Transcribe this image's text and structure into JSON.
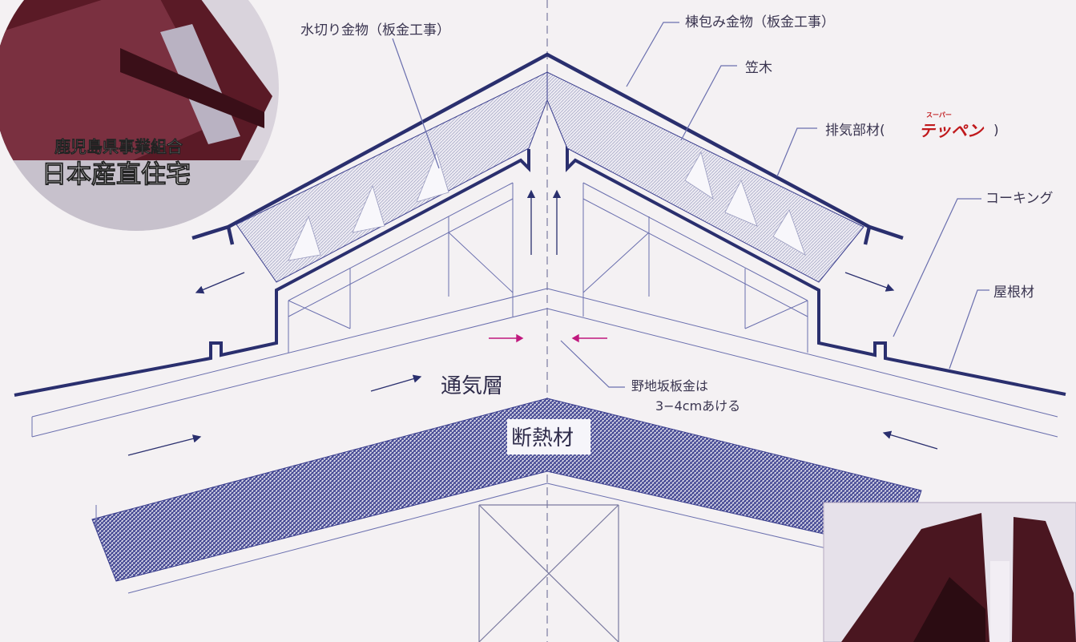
{
  "photo_top_left": {
    "caption_line1": "鹿児島県事業組合",
    "caption_line2": "日本産直住宅"
  },
  "labels": {
    "mizukiri": "水切り金物（板金工事）",
    "munetsutsumi": "棟包み金物（板金工事）",
    "kasagi": "笠木",
    "haiki_prefix": "排気部材(",
    "haiki_ruby": "スーパー",
    "haiki_brand": "テッペン",
    "haiki_suffix": ")",
    "caulking": "コーキング",
    "yane": "屋根材",
    "tsukiso": "通気層",
    "danetsu": "断熱材",
    "noji_line1": "野地坂板金は",
    "noji_line2": "3−4cmあける"
  },
  "colors": {
    "line_navy": "#2a2f6e",
    "hatch": "#3b3f8e",
    "leader": "#6a6fae",
    "brand_red": "#c0191c",
    "photo_dark": "#4a1620"
  }
}
